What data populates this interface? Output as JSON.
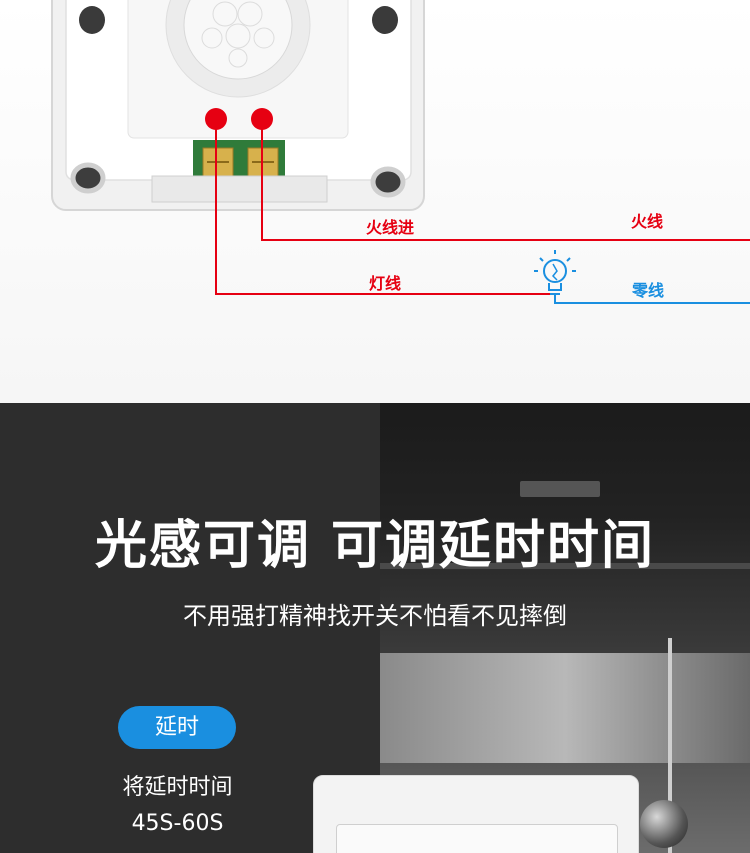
{
  "wiring": {
    "live_in_label": "火线进",
    "live_label": "火线",
    "lamp_wire_label": "灯线",
    "neutral_label": "零线",
    "colors": {
      "live": "#e60012",
      "neutral": "#1a8fe0"
    }
  },
  "feature": {
    "headline": "光感可调 可调延时时间",
    "subline": "不用强打精神找开关不怕看不见摔倒",
    "pill_label": "延时",
    "delay_desc": "将延时时间",
    "delay_range": "45S-60S",
    "accent_color": "#1a8fe0"
  }
}
